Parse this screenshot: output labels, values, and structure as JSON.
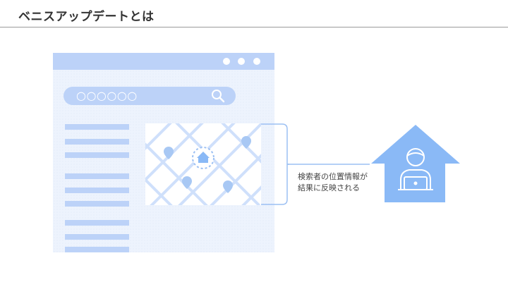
{
  "page": {
    "title": "ベニスアップデートとは"
  },
  "browser": {
    "search_text": "○○○○○○",
    "icons": [
      "dot-icon",
      "dot-icon",
      "dot-icon",
      "search-icon"
    ],
    "map_icons": [
      "map-pin-icon",
      "home-icon"
    ]
  },
  "annotation": {
    "line1": "検索者の位置情報が",
    "line2": "結果に反映される"
  },
  "user": {
    "icons": [
      "house-icon",
      "person-with-laptop-icon"
    ]
  },
  "colors": {
    "accent_light": "#bcd2f8",
    "accent": "#9cc0f3",
    "panel_bg": "#edf3fd",
    "house": "#8ab9f6"
  }
}
